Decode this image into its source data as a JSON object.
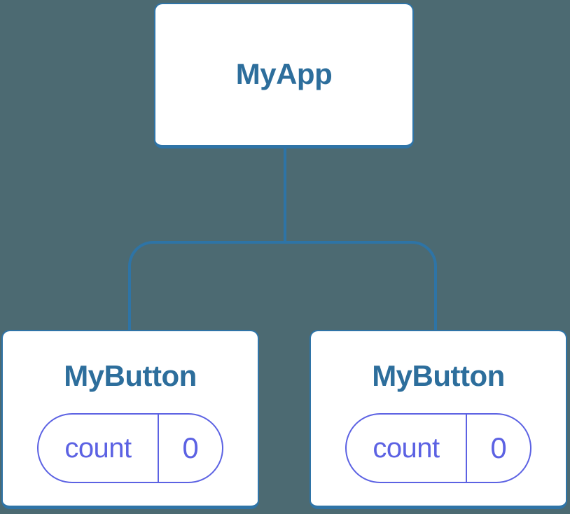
{
  "diagram": {
    "type": "component-tree",
    "root": {
      "label": "MyApp"
    },
    "children": [
      {
        "label": "MyButton",
        "state": {
          "key": "count",
          "value": "0"
        }
      },
      {
        "label": "MyButton",
        "state": {
          "key": "count",
          "value": "0"
        }
      }
    ],
    "edges": [
      {
        "from": "MyApp",
        "to": "MyButton (left)"
      },
      {
        "from": "MyApp",
        "to": "MyButton (right)"
      }
    ],
    "colors": {
      "background": "#4C6A72",
      "node_fill": "#FFFFFF",
      "node_border": "#2F74A7",
      "node_text": "#2D6E9C",
      "connector": "#2E74A6",
      "state_accent": "#5C62E3"
    }
  }
}
